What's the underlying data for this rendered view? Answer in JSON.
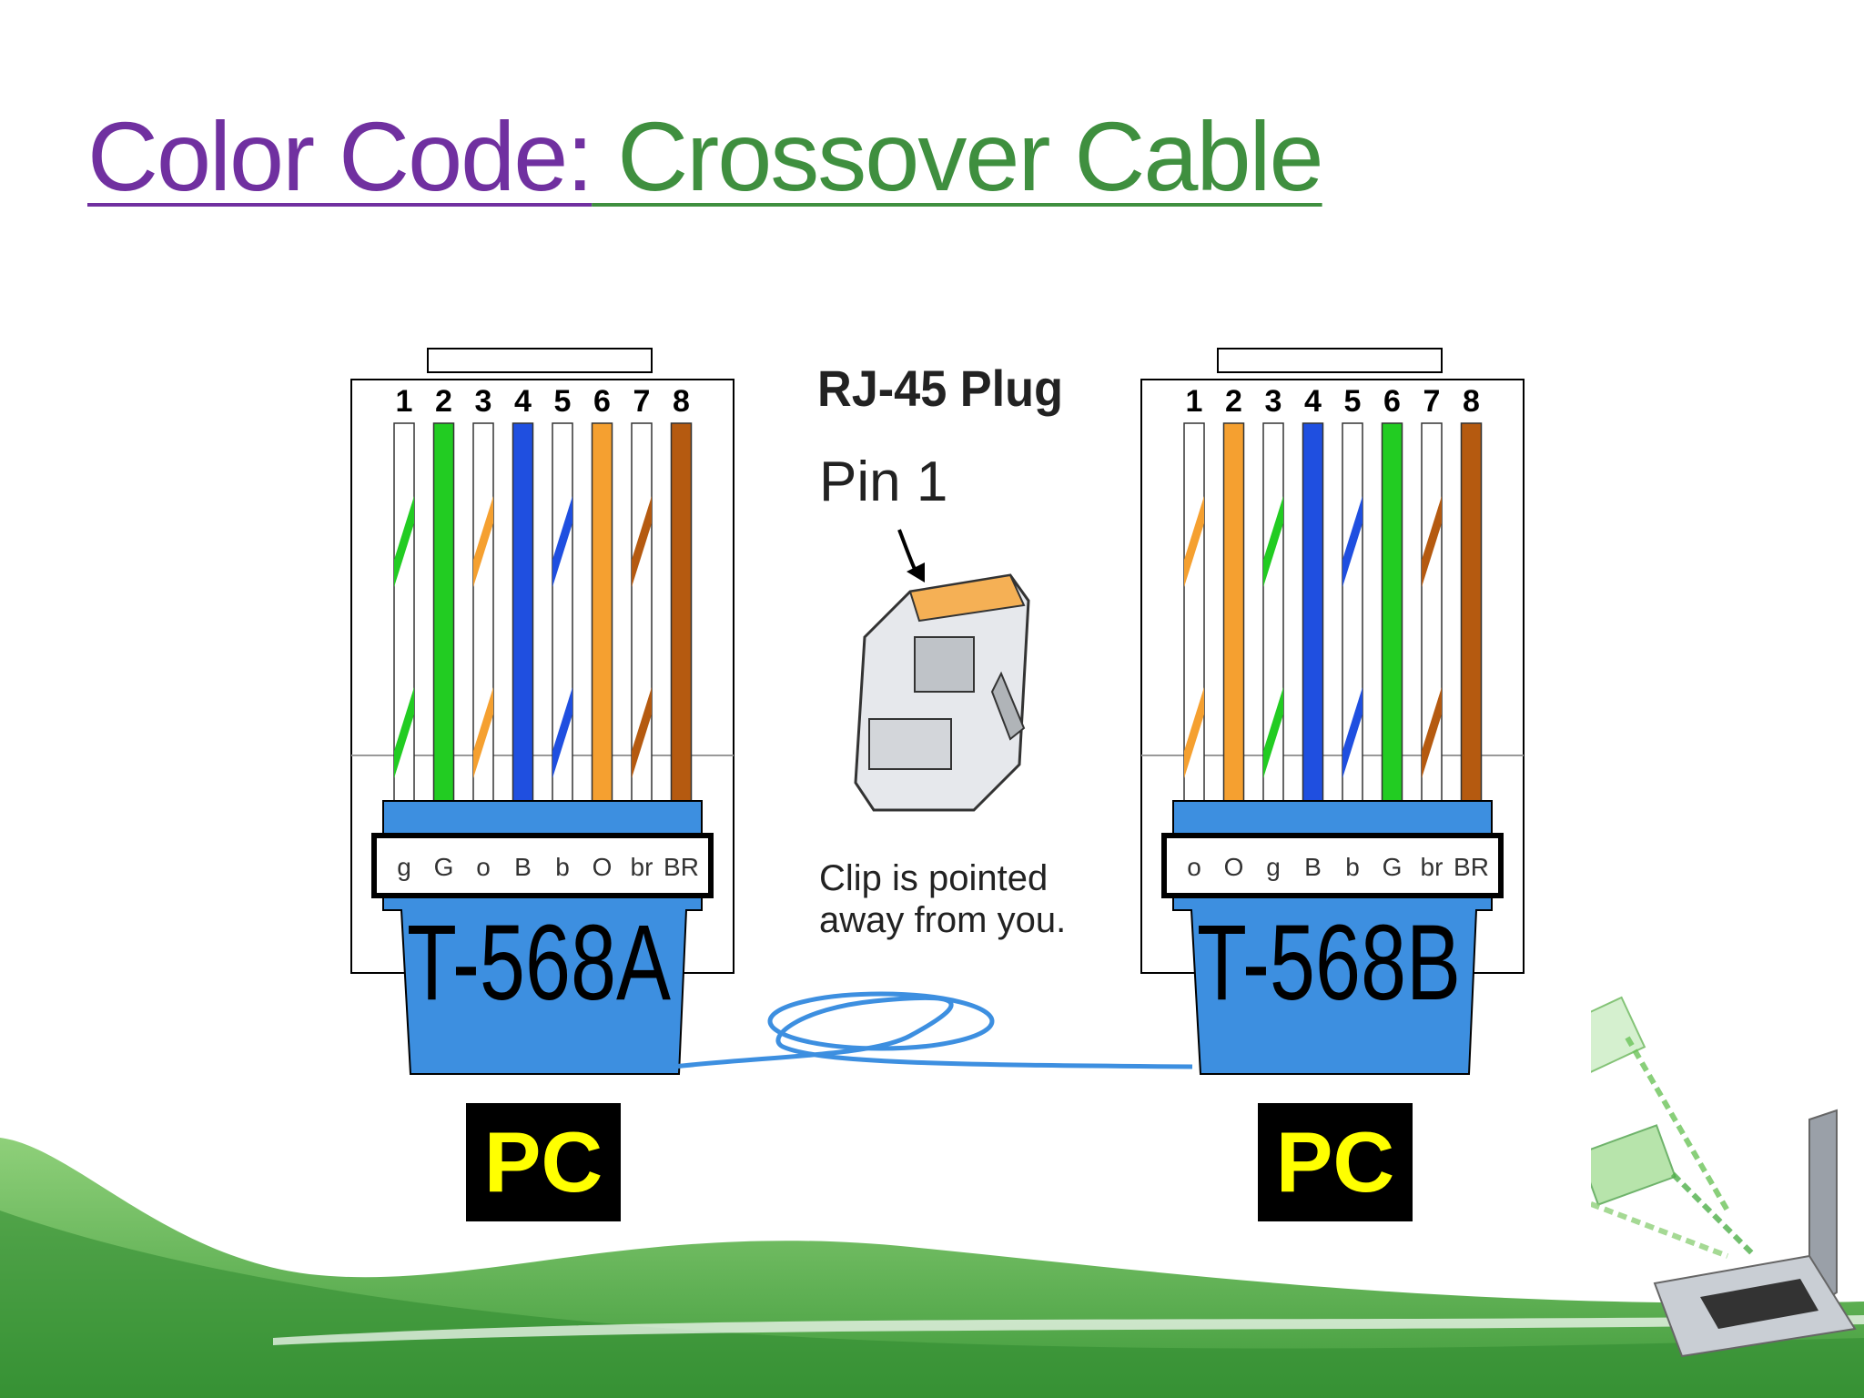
{
  "title": {
    "part1": "Color Code:",
    "part2": " Crossover Cable"
  },
  "colors": {
    "title_purple": "#7030a0",
    "title_green": "#3f8f3f",
    "boot_blue": "#3d8fe0",
    "pc_label": "#ffff00",
    "green_wire": "#22cc22",
    "orange_wire": "#f5a030",
    "blue_wire": "#1f4fe0",
    "brown_wire": "#b55a10"
  },
  "plugs": [
    {
      "standard": "T-568A",
      "pin_numbers": [
        "1",
        "2",
        "3",
        "4",
        "5",
        "6",
        "7",
        "8"
      ],
      "wire_codes": [
        "g",
        "G",
        "o",
        "B",
        "b",
        "O",
        "br",
        "BR"
      ],
      "wires": [
        {
          "color": "green",
          "striped": true
        },
        {
          "color": "green",
          "striped": false
        },
        {
          "color": "orange",
          "striped": true
        },
        {
          "color": "blue",
          "striped": false
        },
        {
          "color": "blue",
          "striped": true
        },
        {
          "color": "orange",
          "striped": false
        },
        {
          "color": "brown",
          "striped": true
        },
        {
          "color": "brown",
          "striped": false
        }
      ],
      "device": "PC"
    },
    {
      "standard": "T-568B",
      "pin_numbers": [
        "1",
        "2",
        "3",
        "4",
        "5",
        "6",
        "7",
        "8"
      ],
      "wire_codes": [
        "o",
        "O",
        "g",
        "B",
        "b",
        "G",
        "br",
        "BR"
      ],
      "wires": [
        {
          "color": "orange",
          "striped": true
        },
        {
          "color": "orange",
          "striped": false
        },
        {
          "color": "green",
          "striped": true
        },
        {
          "color": "blue",
          "striped": false
        },
        {
          "color": "blue",
          "striped": true
        },
        {
          "color": "green",
          "striped": false
        },
        {
          "color": "brown",
          "striped": true
        },
        {
          "color": "brown",
          "striped": false
        }
      ],
      "device": "PC"
    }
  ],
  "center": {
    "heading": "RJ-45 Plug",
    "pin_label": "Pin 1",
    "note_line1": "Clip is pointed",
    "note_line2": "away from you."
  },
  "decoration": {
    "laptop": "laptop-icon",
    "emails": "email-envelope-icon"
  }
}
